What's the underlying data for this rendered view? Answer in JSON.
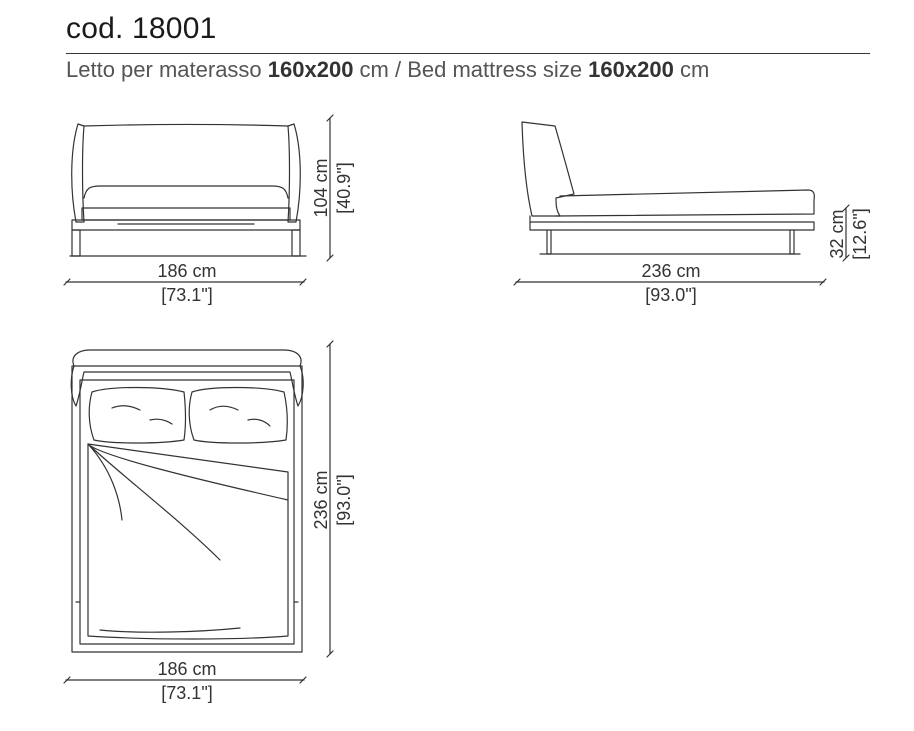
{
  "header": {
    "code": "cod. 18001",
    "subtitle_it_prefix": "Letto per materasso ",
    "subtitle_it_size": "160x200",
    "subtitle_it_unit": " cm / Bed mattress size ",
    "subtitle_en_size": "160x200",
    "subtitle_en_unit": " cm"
  },
  "front_view": {
    "width_cm": "186 cm",
    "width_in": "[73.1\"]",
    "height_cm": "104 cm",
    "height_in": "[40.9\"]"
  },
  "side_view": {
    "length_cm": "236 cm",
    "length_in": "[93.0\"]",
    "height_cm": "32 cm",
    "height_in": "[12.6\"]"
  },
  "top_view": {
    "width_cm": "186 cm",
    "width_in": "[73.1\"]",
    "length_cm": "236 cm",
    "length_in": "[93.0\"]"
  }
}
